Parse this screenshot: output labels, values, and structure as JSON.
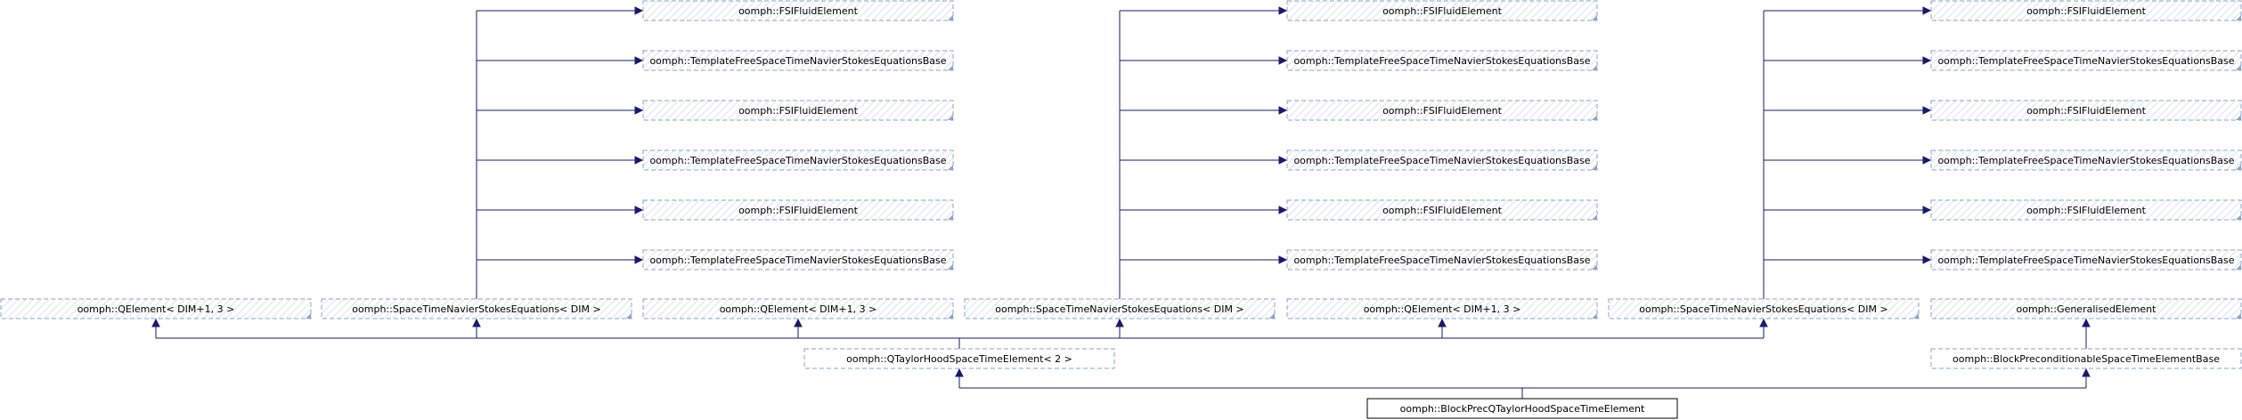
{
  "diagram": {
    "nodes": [
      {
        "id": "fsi_1a",
        "label": "oomph::FSIFluidElement",
        "style": "hidden"
      },
      {
        "id": "tfst_1a",
        "label": "oomph::TemplateFreeSpaceTimeNavierStokesEquationsBase",
        "style": "hidden"
      },
      {
        "id": "fsi_1b",
        "label": "oomph::FSIFluidElement",
        "style": "hidden"
      },
      {
        "id": "tfst_1b",
        "label": "oomph::TemplateFreeSpaceTimeNavierStokesEquationsBase",
        "style": "hidden"
      },
      {
        "id": "fsi_1c",
        "label": "oomph::FSIFluidElement",
        "style": "hidden"
      },
      {
        "id": "tfst_1c",
        "label": "oomph::TemplateFreeSpaceTimeNavierStokesEquationsBase",
        "style": "hidden"
      },
      {
        "id": "fsi_2a",
        "label": "oomph::FSIFluidElement",
        "style": "hidden"
      },
      {
        "id": "tfst_2a",
        "label": "oomph::TemplateFreeSpaceTimeNavierStokesEquationsBase",
        "style": "hidden"
      },
      {
        "id": "fsi_2b",
        "label": "oomph::FSIFluidElement",
        "style": "hidden"
      },
      {
        "id": "tfst_2b",
        "label": "oomph::TemplateFreeSpaceTimeNavierStokesEquationsBase",
        "style": "hidden"
      },
      {
        "id": "fsi_2c",
        "label": "oomph::FSIFluidElement",
        "style": "hidden"
      },
      {
        "id": "tfst_2c",
        "label": "oomph::TemplateFreeSpaceTimeNavierStokesEquationsBase",
        "style": "hidden"
      },
      {
        "id": "fsi_3a",
        "label": "oomph::FSIFluidElement",
        "style": "hidden"
      },
      {
        "id": "tfst_3a",
        "label": "oomph::TemplateFreeSpaceTimeNavierStokesEquationsBase",
        "style": "hidden"
      },
      {
        "id": "fsi_3b",
        "label": "oomph::FSIFluidElement",
        "style": "hidden"
      },
      {
        "id": "tfst_3b",
        "label": "oomph::TemplateFreeSpaceTimeNavierStokesEquationsBase",
        "style": "hidden"
      },
      {
        "id": "fsi_3c",
        "label": "oomph::FSIFluidElement",
        "style": "hidden"
      },
      {
        "id": "tfst_3c",
        "label": "oomph::TemplateFreeSpaceTimeNavierStokesEquationsBase",
        "style": "hidden"
      },
      {
        "id": "qel_1",
        "label": "oomph::QElement< DIM+1, 3 >",
        "style": "hidden"
      },
      {
        "id": "stns_1",
        "label": "oomph::SpaceTimeNavierStokesEquations< DIM >",
        "style": "hidden"
      },
      {
        "id": "qel_2",
        "label": "oomph::QElement< DIM+1, 3 >",
        "style": "hidden"
      },
      {
        "id": "stns_2",
        "label": "oomph::SpaceTimeNavierStokesEquations< DIM >",
        "style": "hidden"
      },
      {
        "id": "qel_3",
        "label": "oomph::QElement< DIM+1, 3 >",
        "style": "hidden"
      },
      {
        "id": "stns_3",
        "label": "oomph::SpaceTimeNavierStokesEquations< DIM >",
        "style": "hidden"
      },
      {
        "id": "gen",
        "label": "oomph::GeneralisedElement",
        "style": "hidden"
      },
      {
        "id": "qth",
        "label": "oomph::QTaylorHoodSpaceTimeElement< 2 >",
        "style": "dashed"
      },
      {
        "id": "bpst",
        "label": "oomph::BlockPreconditionableSpaceTimeElementBase",
        "style": "dashed"
      },
      {
        "id": "main",
        "label": "oomph::BlockPrecQTaylorHoodSpaceTimeElement",
        "style": "solid"
      }
    ],
    "edges": [
      {
        "from": "stns_1",
        "to": "fsi_1a"
      },
      {
        "from": "stns_1",
        "to": "tfst_1a"
      },
      {
        "from": "stns_1",
        "to": "fsi_1b"
      },
      {
        "from": "stns_1",
        "to": "tfst_1b"
      },
      {
        "from": "stns_1",
        "to": "fsi_1c"
      },
      {
        "from": "stns_1",
        "to": "tfst_1c"
      },
      {
        "from": "stns_2",
        "to": "fsi_2a"
      },
      {
        "from": "stns_2",
        "to": "tfst_2a"
      },
      {
        "from": "stns_2",
        "to": "fsi_2b"
      },
      {
        "from": "stns_2",
        "to": "tfst_2b"
      },
      {
        "from": "stns_2",
        "to": "fsi_2c"
      },
      {
        "from": "stns_2",
        "to": "tfst_2c"
      },
      {
        "from": "stns_3",
        "to": "fsi_3a"
      },
      {
        "from": "stns_3",
        "to": "tfst_3a"
      },
      {
        "from": "stns_3",
        "to": "fsi_3b"
      },
      {
        "from": "stns_3",
        "to": "tfst_3b"
      },
      {
        "from": "stns_3",
        "to": "fsi_3c"
      },
      {
        "from": "stns_3",
        "to": "tfst_3c"
      },
      {
        "from": "qth",
        "to": "qel_1"
      },
      {
        "from": "qth",
        "to": "stns_1"
      },
      {
        "from": "qth",
        "to": "qel_2"
      },
      {
        "from": "qth",
        "to": "stns_2"
      },
      {
        "from": "qth",
        "to": "qel_3"
      },
      {
        "from": "qth",
        "to": "stns_3"
      },
      {
        "from": "bpst",
        "to": "gen"
      },
      {
        "from": "main",
        "to": "qth"
      },
      {
        "from": "main",
        "to": "bpst"
      }
    ]
  },
  "colors": {
    "edge": "#191970",
    "box_border": "#8ea3cc",
    "hatch": "#c9d3e8",
    "solid_border": "#000000",
    "text": "#000000"
  }
}
